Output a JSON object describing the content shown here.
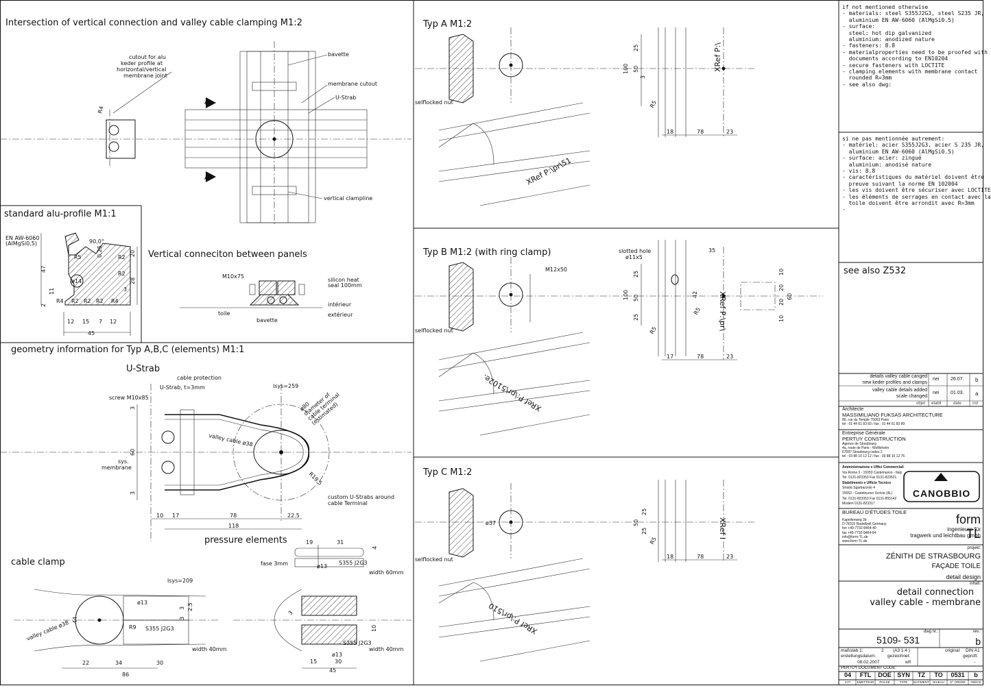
{
  "titles": {
    "intersection": "Intersection of vertical connection and valley cable clamping M1:2",
    "alu_profile": "standard alu-profile M1:1",
    "vertical_panels": "Vertical conneciton between panels",
    "geometry": "geometry information for Typ A,B,C (elements)   M1:1",
    "typ_a": "Typ A M1:2",
    "typ_b": "Typ B M1:2 (with ring clamp)",
    "typ_c": "Typ C M1:2",
    "u_strab": "U-Strab",
    "pressure": "pressure elements",
    "cable_clamp": "cable clamp"
  },
  "labels": {
    "cutout": [
      "cutout for alu",
      "keder profile at",
      "horizontal/vertical",
      "membrane joint"
    ],
    "bavette": "bavette",
    "membrane_cutout": "membrane cutout",
    "u_strab": "U-Strab",
    "vertical_clampline": "vertical clampline",
    "en_aw": [
      "EN AW-6060",
      "(AlMgSi0,5)"
    ],
    "m10x75": "M10x75",
    "silicon": [
      "silicon heat",
      "seal 100mm"
    ],
    "interieur": "intérieur",
    "exterieur": "extérieur",
    "toile": "toile",
    "bavette2": "bavette",
    "cable_protection": "cable protection",
    "u_strab_t": "U-Strab, t=3mm",
    "screw": "screw M10x85",
    "lsys259": "lsys=259",
    "diam80": [
      "ø80",
      "diameter of",
      "cable terminal",
      "(estimated)"
    ],
    "valley_cable38": "valley cable ø38",
    "sys_membrane": [
      "sys.",
      "membrane"
    ],
    "custom_ustrabs": [
      "custom U-Strabs around",
      "cable Terminal"
    ],
    "r195": "R19,5",
    "fase": "fase 3mm",
    "s355_1": "S355 J2G3",
    "width60": "width 60mm",
    "lsys209": "lsys=209",
    "s355_2": "S355 J2G3",
    "width40a": "width 40mm",
    "s355_3": "S355 J2G3",
    "width40b": "width 40mm",
    "valley_cable38b": "valley cable ø38",
    "selflocked": "selflocked nut",
    "xref_a1": "XRef P:\\",
    "xref_a2": "XRef P:\\pr\\51",
    "xref_b1": "XRef P:\\pr\\",
    "xref_b2": "XRef P:\\pr\\5102e.",
    "xref_c1": "XRef I",
    "xref_c2": "XRef P:\\pr\\510",
    "slotted": [
      "slotted hole",
      "ø11x5"
    ],
    "m12x50": "M12x50",
    "d37": "ø37"
  },
  "dims": {
    "alu": [
      "90,0°",
      "R5",
      "0.25",
      "R2",
      "20",
      "47",
      "R2",
      "28",
      "ø14",
      "3",
      "11",
      "R4",
      "R2",
      "R2",
      "R2",
      "R4",
      "2",
      "12",
      "15",
      "7",
      "12",
      "45"
    ],
    "geo": [
      "3",
      "60",
      "3",
      "10",
      "17",
      "78",
      "22.5",
      "118"
    ],
    "pressure": [
      "19",
      "31",
      "4",
      "ø13",
      "3",
      "10",
      "ø13",
      "15",
      "30",
      "45"
    ],
    "clamp": [
      "ø13",
      "3",
      "2.5",
      "3",
      "44",
      "R9",
      "22",
      "34",
      "30",
      "86"
    ],
    "typA": [
      "25",
      "100",
      "50",
      "3",
      "R5",
      "18",
      "78",
      "23"
    ],
    "typB": [
      "35",
      "25",
      "100",
      "50",
      "25",
      "42",
      "R5",
      "17",
      "78",
      "23",
      "10",
      "20",
      "60",
      "20",
      "10",
      "R5"
    ],
    "typC": [
      "50",
      "25",
      "25",
      "R5",
      "18",
      "78",
      "23"
    ]
  },
  "notes_en": "if not mentioned otherwise\n- materials: steel S355J2G3, steel S235 JR,\n  aluminium EN AW-6060 (AlMgSi0.5)\n- surface:\n  steel: hot dip galvanized\n  aluminium: anodized nature\n- fasteners: 8.8\n- materialproperties need to be proofed with\n  documents according to EN10204\n- secure fasteners with LOCTITE\n- clamping elements with membrane contact\n  rounded R=3mm\n- see also dwg:",
  "notes_fr": "si ne pas mentionnée autrement:\n- matériel: acier S355J2G3, acier S 235 JR,\n  aluminium EN AW-6060 (AlMgSi0.5)\n- surface: acier: zingué\n  aluminium: anodisé nature\n- vis: 8.8\n- caractéristiques du matériel doivent être\n  preuve suivant la norme EN 102004\n- les vis doivent être sécuriser avec LOCTITE\n- les éléments de serrages en contact avec la\n  toile doivent être arrondit avec R=3mm\n-",
  "see_also": "see also Z532",
  "revisions": [
    {
      "text": [
        "details valley cable canged",
        "new keder profiles and clamps"
      ],
      "by": "nei",
      "date": "26.07.",
      "ind": "b"
    },
    {
      "text": [
        "valley cable details added",
        "scale changed"
      ],
      "by": "nei",
      "date": "01.03.",
      "ind": "a"
    }
  ],
  "rev_headers": [
    "objet",
    "etabli",
    "date",
    "ind"
  ],
  "architect": {
    "head": "Architecte",
    "name": "MASSIMILIANO FUKSAS ARCHITECTURE",
    "addr": "85, rue du Temple 75003 Paris",
    "tel": "tel : 01 44 61 83 83 / fax : 01 44 61 83 89"
  },
  "contractor": {
    "head": "Entreprise Générale",
    "name": "PERTUY CONSTRUCTION",
    "l1": "Agence de Strasbourg",
    "l2": "4a, route de Paris - Wolfisheim",
    "l3": "67087 Strasbourg cedex 2",
    "l4": "tel : 03 88 10 12 12 / fax : 03 88 10 12 76"
  },
  "canobbio": {
    "lines": [
      "Amministrazione e Uffici Commerciali",
      "Via Roma 3 - 15053 Castelnuovo - Italy",
      "Tel. 0131-823353  Fax 0131-823521",
      "Stabilimento e Ufficio Tecnico",
      "Strada Sgarbazzolo 4",
      "15053 - Castelnuovo Scrivia (AL)",
      "Tel. 0131-823353  Fax 0131-855142",
      "Modem 0131-823317"
    ],
    "logo": "CANOBBIO"
  },
  "bureau": {
    "head": "BUREAU D'ÉTUDES TOILE",
    "lines": [
      "Kapellenweg 2b",
      "D-78315 Radolfzell Germany",
      "fon +49-7732-9464-40",
      "fax +49-7732-9464-94",
      "info@form-TL.de",
      "www.form-TL.de"
    ],
    "logo": "form TL",
    "sub": [
      "ingenieure für",
      "tragwerk und leichtbau gmbh"
    ]
  },
  "projekt": {
    "label": "projekt:",
    "name": "ZÉNITH DE STRASBOURG",
    "sub": "FAÇADE TOILE",
    "phase": "detail design",
    "inhalt_label": "inhalt:",
    "inhalt1": "detail connection",
    "inhalt2": "valley cable - membrane"
  },
  "dwg": {
    "label": "dwg nr.:",
    "nr": "5109- 531",
    "rev_label": "rev.:",
    "rev": "b",
    "massstab_label": "maßstab 1:",
    "massstab": "2",
    "a": "(A3 1:4 )",
    "original_label": "original:",
    "original": "DIN A1",
    "erst_label": "erstellungsdatum:",
    "erst": "08.02.2007",
    "gez_label": "gezeichnet:",
    "gez": "wfl",
    "gepr_label": "geprüft:",
    "gepr": "-",
    "pertuy": "PERTUY DOCUMENT CODE:"
  },
  "code": {
    "values": [
      "04",
      "FTL",
      "DOE",
      "SYN",
      "TZ",
      "TO",
      "0531",
      "b"
    ],
    "heads": [
      "LOT",
      "EMETTEUR",
      "PHASE",
      "TYPE",
      "BATIMENT",
      "NIVEAU",
      "N° ORDRE",
      "INDICE"
    ]
  }
}
